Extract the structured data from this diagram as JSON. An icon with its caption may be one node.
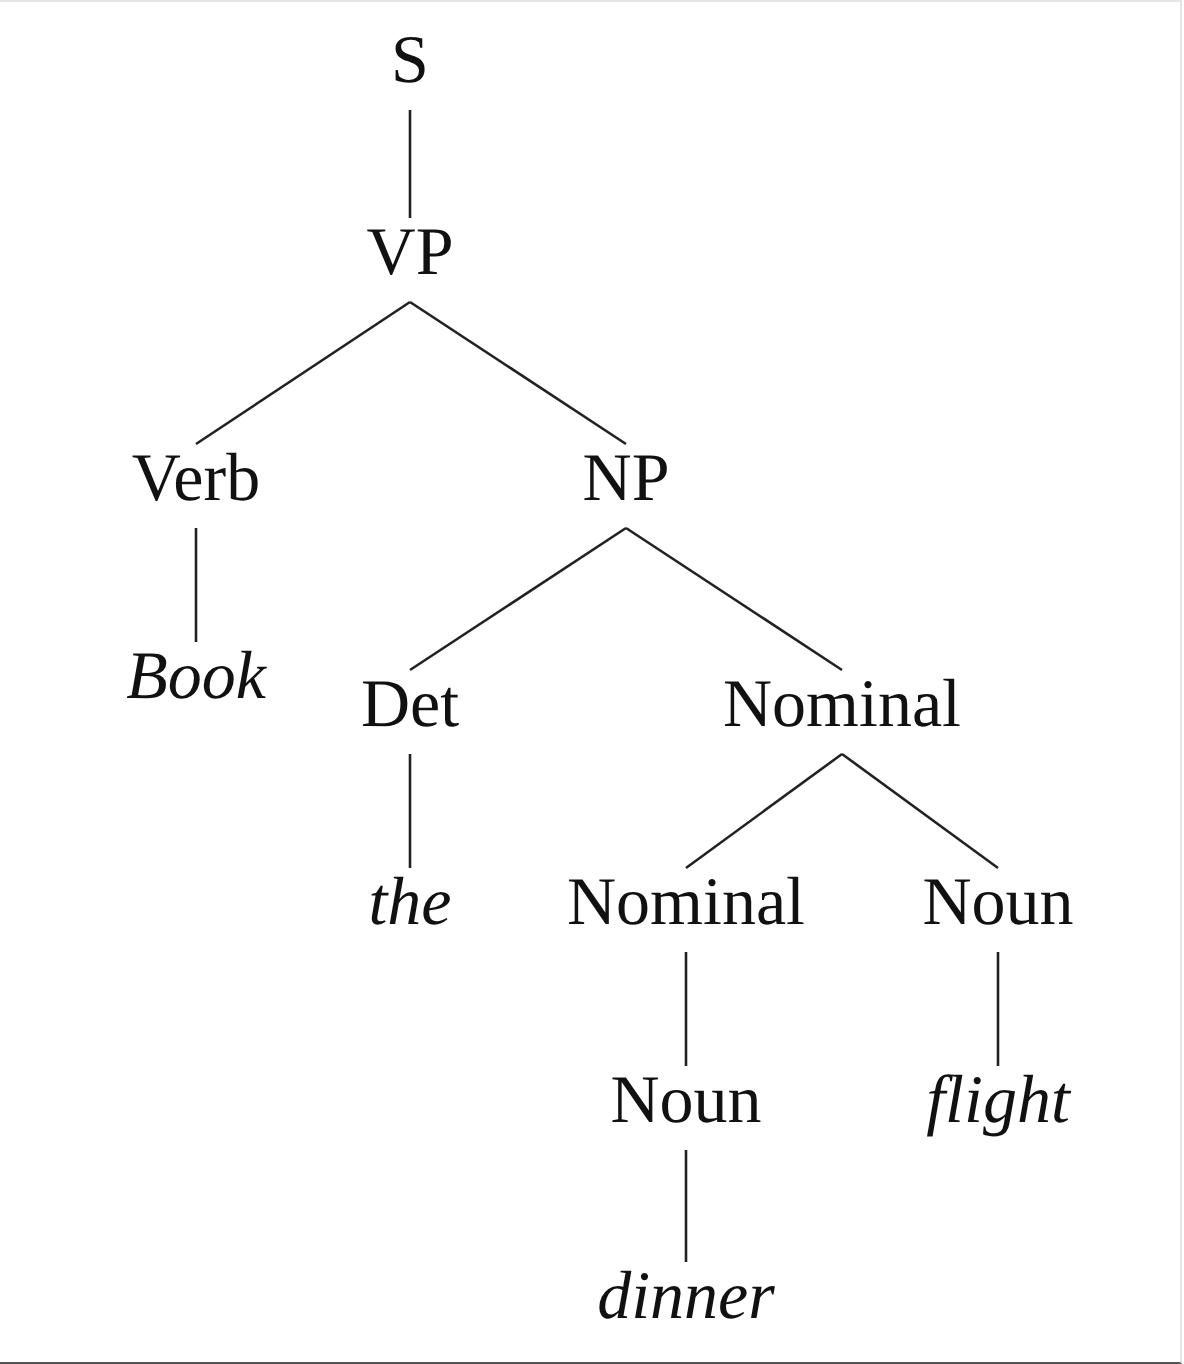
{
  "diagram": {
    "nodes": [
      {
        "text": [
          "S"
        ]
      },
      {
        "text": [
          "VP"
        ]
      },
      {
        "text": [
          "Verb"
        ]
      },
      {
        "text": [
          "NP"
        ]
      },
      {
        "text": [
          "Book"
        ]
      },
      {
        "text": [
          "Det"
        ]
      },
      {
        "text": [
          "Nominal"
        ]
      },
      {
        "text": [
          "the"
        ]
      },
      {
        "text": [
          "Nominal"
        ]
      },
      {
        "text": [
          "Noun"
        ]
      },
      {
        "text": [
          "Noun"
        ]
      },
      {
        "text": [
          "flight"
        ]
      },
      {
        "text": [
          "dinner"
        ]
      }
    ],
    "edges": [
      {
        "from": 0,
        "to": 1,
        "arrow": "none"
      },
      {
        "from": 1,
        "to": 2,
        "arrow": "none"
      },
      {
        "from": 1,
        "to": 3,
        "arrow": "none"
      },
      {
        "from": 2,
        "to": 4,
        "arrow": "none"
      },
      {
        "from": 3,
        "to": 5,
        "arrow": "none"
      },
      {
        "from": 3,
        "to": 6,
        "arrow": "none"
      },
      {
        "from": 5,
        "to": 7,
        "arrow": "none"
      },
      {
        "from": 6,
        "to": 8,
        "arrow": "none"
      },
      {
        "from": 6,
        "to": 9,
        "arrow": "none"
      },
      {
        "from": 8,
        "to": 10,
        "arrow": "none"
      },
      {
        "from": 9,
        "to": 11,
        "arrow": "none"
      },
      {
        "from": 10,
        "to": 12,
        "arrow": "none"
      }
    ]
  }
}
